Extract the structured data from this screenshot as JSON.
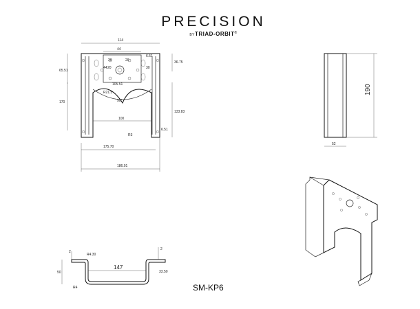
{
  "brand": {
    "name": "PRECISION",
    "byline_prefix": "BY",
    "byline_brand": "TRIAD-ORBIT",
    "trademark": "®"
  },
  "model": "SM-KP6",
  "front_view": {
    "dims": {
      "top_width": "114",
      "inner_top": "44",
      "d20a": "20",
      "d20b": "20",
      "d44v": "44",
      "d20c": "20",
      "d30": "30",
      "d36_75": "36.75",
      "d65_51": "65.51",
      "d105_51": "105.51",
      "d170": "170",
      "d133_83": "133.83",
      "bottom_inner": "100",
      "angle": "90°",
      "radius_arc": "R21.5",
      "radius_corner": "R3",
      "w175_70": "175.70",
      "w186_01": "186.01",
      "w6_51": "6.51",
      "w6_51b": "6.51"
    }
  },
  "side_view": {
    "height": "190",
    "depth": "52"
  },
  "section_view": {
    "width": "147",
    "height": "50",
    "r4_left": "R4",
    "r4_top": "R4.30",
    "thick_left": "2",
    "thick_right": "2",
    "flange": "33.50"
  }
}
